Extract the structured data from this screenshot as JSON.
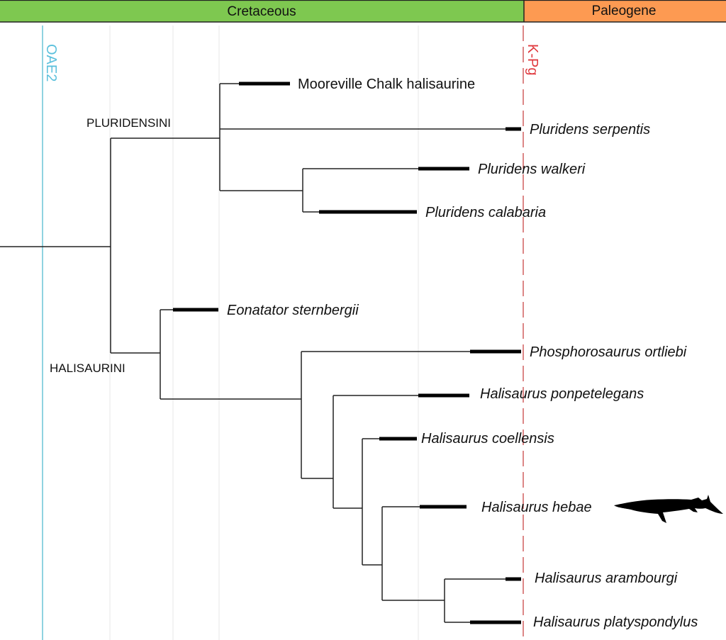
{
  "periods": [
    {
      "name": "Cretaceous",
      "color": "#7ec850"
    },
    {
      "name": "Paleogene",
      "color": "#fd9a52"
    }
  ],
  "events": {
    "oae2": {
      "label": "OAE2",
      "color": "#8fd3e0"
    },
    "kpg": {
      "label": "K-Pg",
      "color": "#d97a7a"
    }
  },
  "clades": {
    "pluridensini": "PLURIDENSINI",
    "halisaurini": "HALISAURINI"
  },
  "taxa": [
    {
      "id": "mooreville",
      "label": "Mooreville Chalk halisaurine",
      "italic": false
    },
    {
      "id": "serpentis",
      "label": "Pluridens serpentis",
      "italic": true
    },
    {
      "id": "walkeri",
      "label": "Pluridens walkeri",
      "italic": true
    },
    {
      "id": "calabaria",
      "label": "Pluridens calabaria",
      "italic": true
    },
    {
      "id": "eonatator",
      "label": "Eonatator sternbergii",
      "italic": true
    },
    {
      "id": "phosphorosaurus",
      "label": "Phosphorosaurus ortliebi",
      "italic": true
    },
    {
      "id": "ponpetelegans",
      "label": "Halisaurus ponpetelegans",
      "italic": true
    },
    {
      "id": "coellensis",
      "label": "Halisaurus coellensis",
      "italic": true
    },
    {
      "id": "hebae",
      "label": "Halisaurus hebae",
      "italic": true,
      "silhouette": "mosasaur-silhouette-icon"
    },
    {
      "id": "arambourgi",
      "label": "Halisaurus arambourgi",
      "italic": true
    },
    {
      "id": "platyspondylus",
      "label": "Halisaurus platyspondylus",
      "italic": true
    }
  ]
}
